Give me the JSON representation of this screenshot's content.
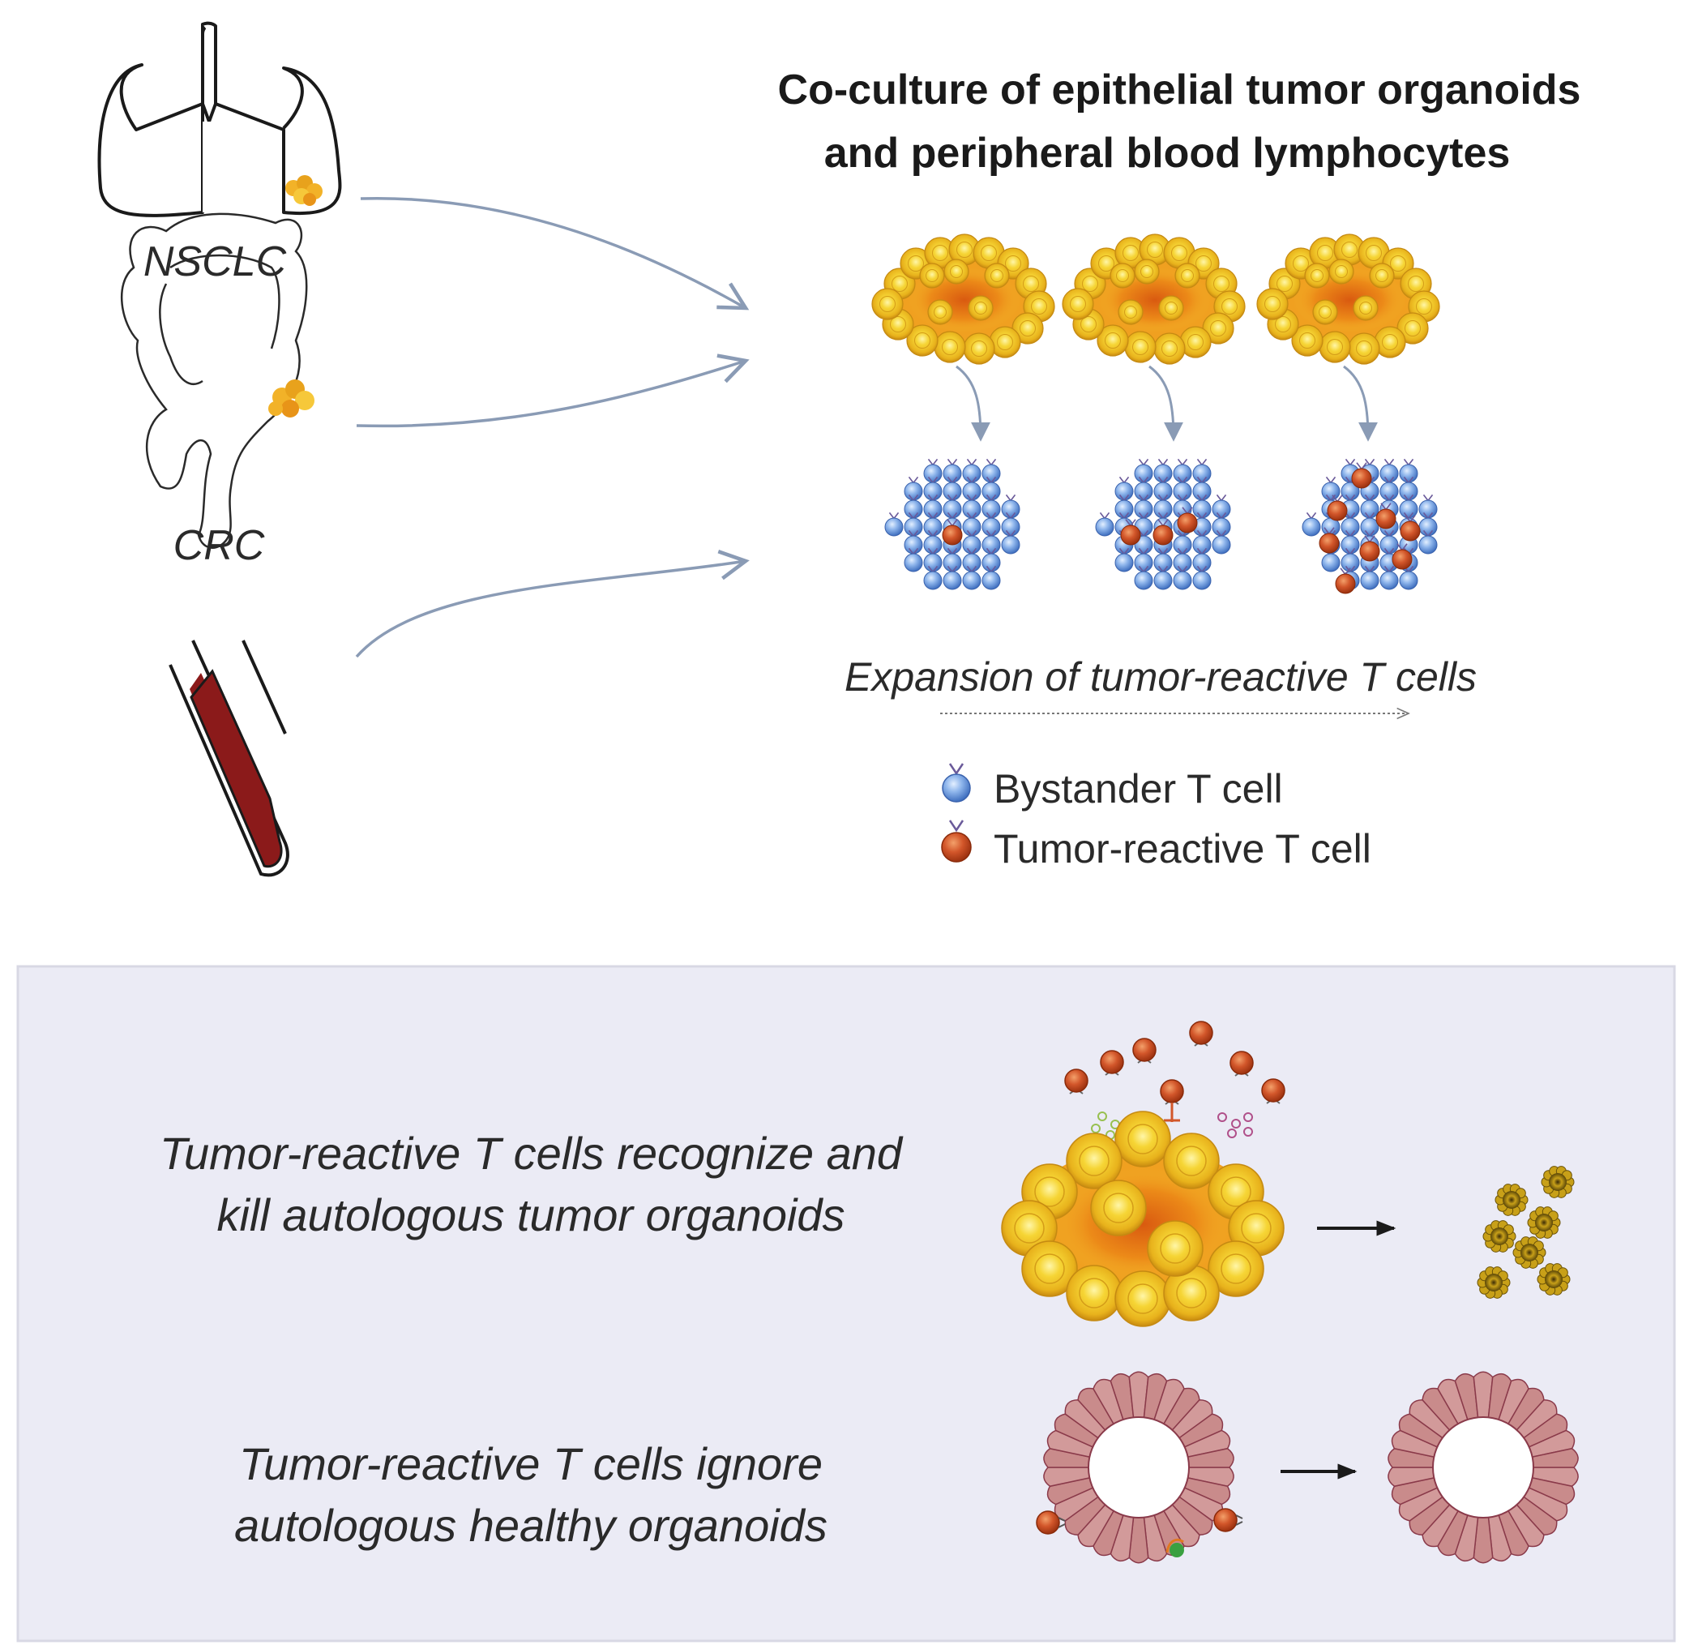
{
  "title": {
    "line1": "Co-culture of epithelial tumor organoids",
    "line2": "and peripheral blood lymphocytes"
  },
  "sources": {
    "nsclc": "NSCLC",
    "crc": "CRC"
  },
  "expansion_label": "Expansion of tumor-reactive T cells",
  "legend": {
    "bystander": "Bystander T cell",
    "tumor_reactive": "Tumor-reactive T cell"
  },
  "findings": {
    "kill": {
      "line1": "Tumor-reactive T cells recognize and",
      "line2": "kill autologous tumor organoids"
    },
    "ignore": {
      "line1": "Tumor-reactive T cells ignore",
      "line2": "autologous healthy organoids"
    }
  },
  "colors": {
    "bystander_cell": "#5b8fd6",
    "tumor_reactive_cell": "#c8501e",
    "tumor_organoid": "#f2c230",
    "healthy_organoid": "#c98b8b",
    "arrow": "#8a9bb5",
    "panel_bg": "#ebebf5",
    "blood": "#8b1a1a"
  },
  "icons": [
    "lung-icon",
    "colon-icon",
    "blood-tube-icon",
    "tumor-organoid-icon",
    "t-cell-cluster-icon",
    "healthy-organoid-icon"
  ]
}
